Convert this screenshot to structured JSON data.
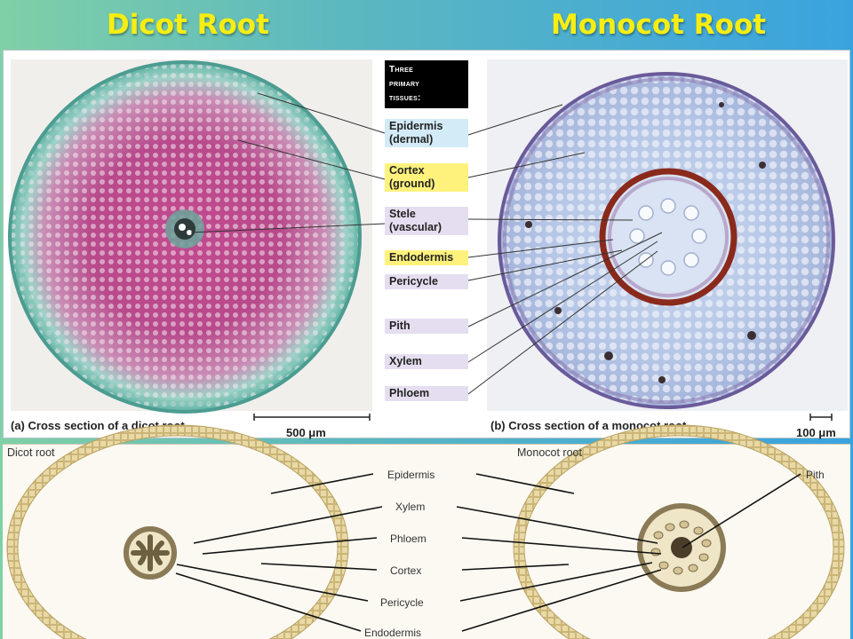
{
  "titles": {
    "left": "Dicot Root",
    "right": "Monocot Root"
  },
  "legend": {
    "heading_line1": "Three",
    "heading_line2": "primary",
    "heading_line3": "tissues:",
    "items": [
      {
        "line1": "Epidermis",
        "line2": "(dermal)",
        "color": "#d3ebf6"
      },
      {
        "line1": "Cortex",
        "line2": "(ground)",
        "color": "#fef27d"
      },
      {
        "line1": "Stele",
        "line2": "(vascular)",
        "color": "#e5def0"
      },
      {
        "line1": "Endodermis",
        "line2": "",
        "color": "#fef27d"
      },
      {
        "line1": "Pericycle",
        "line2": "",
        "color": "#e5def0"
      },
      {
        "line1": "Pith",
        "line2": "",
        "color": "#e5def0"
      },
      {
        "line1": "Xylem",
        "line2": "",
        "color": "#e5def0"
      },
      {
        "line1": "Phloem",
        "line2": "",
        "color": "#e5def0"
      }
    ]
  },
  "captions": {
    "a": "(a) Cross section of a dicot root",
    "b": "(b) Cross section of a monocot root",
    "scale_a": "500 μm",
    "scale_b": "100 μm"
  },
  "bottom": {
    "dicot_label": "Dicot root",
    "monocot_label": "Monocot root",
    "epidermis": "Epidermis",
    "xylem": "Xylem",
    "phloem": "Phloem",
    "cortex": "Cortex",
    "pericycle": "Pericycle",
    "endodermis": "Endodermis",
    "pith": "Pith"
  },
  "colors": {
    "title": "#f6ee12",
    "dicot_stain_magenta": "#b0307e",
    "dicot_stain_teal": "#59b3a4",
    "monocot_stain_blue": "#a9bfe0",
    "monocot_endodermis": "#8a2a1c",
    "diagram_ring": "#e6d7a4"
  }
}
